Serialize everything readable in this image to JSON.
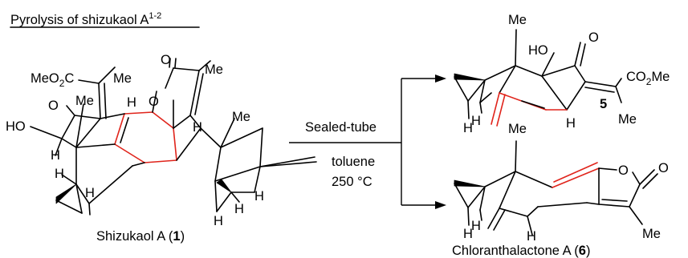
{
  "heading": {
    "text": "Pyrolysis of shizukaol A",
    "superscript": "1-2"
  },
  "starting_material": {
    "name": "Shizukaol A (",
    "number": "1",
    "close": ")",
    "atom_labels": {
      "ester": "MeO2C",
      "me_top": "Me",
      "o_carbonyl": "O",
      "o_lactone_carbonyl": "O",
      "o_lactone": "O",
      "me_lactone": "Me",
      "me_center": "Me",
      "ho": "HO",
      "h_upper": "H",
      "h_mid": "H",
      "me_right": "Me",
      "h_a": "H",
      "h_b": "H",
      "h_c": "H",
      "h_d": "H",
      "h_e": "H",
      "h_f": "H"
    }
  },
  "conditions": {
    "line1": "Sealed-tube",
    "line2": "toluene",
    "line3": "250 °C"
  },
  "product_top": {
    "number": "5",
    "atom_labels": {
      "me": "Me",
      "ho": "HO",
      "o": "O",
      "co2me": "CO2Me",
      "me2": "Me",
      "h1": "H",
      "h2": "H",
      "h3": "H"
    }
  },
  "product_bottom": {
    "name": "Chloranthalactone A (",
    "number": "6",
    "close": ")",
    "atom_labels": {
      "me": "Me",
      "o_ring": "O",
      "o_carbonyl": "O",
      "me2": "Me",
      "h1": "H",
      "h2": "H",
      "h3": "H"
    }
  },
  "colors": {
    "highlight_bonds": "#e0241b",
    "bonds": "#000000"
  }
}
